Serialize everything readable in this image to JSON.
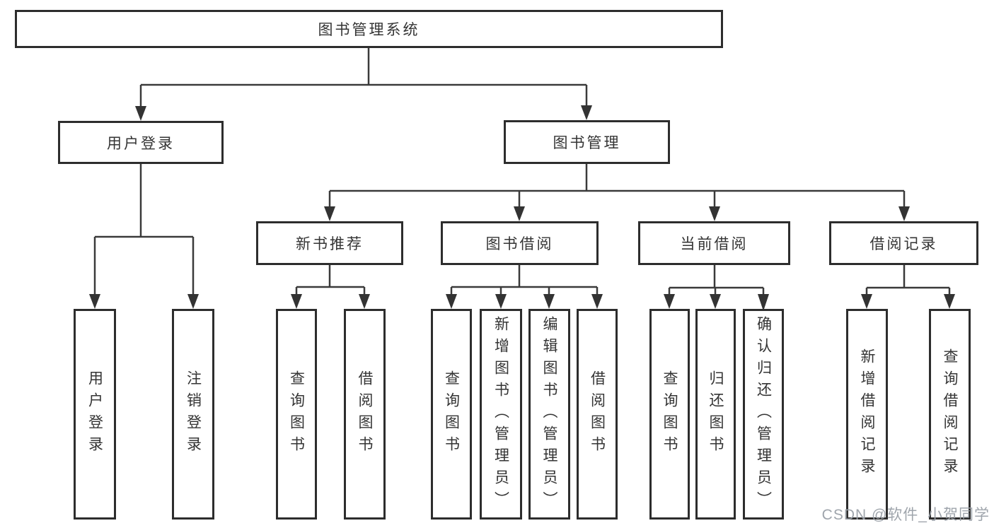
{
  "diagram": {
    "root": {
      "label": "图书管理系统"
    },
    "level2": [
      {
        "id": "user-login",
        "label": "用户登录"
      },
      {
        "id": "book-management",
        "label": "图书管理"
      }
    ],
    "level3": [
      {
        "id": "new-book-recommendation",
        "label": "新书推荐"
      },
      {
        "id": "book-borrowing",
        "label": "图书借阅"
      },
      {
        "id": "current-borrowing",
        "label": "当前借阅"
      },
      {
        "id": "borrowing-records",
        "label": "借阅记录"
      }
    ],
    "leaves": [
      {
        "group": "user-login",
        "label": "用户登录"
      },
      {
        "group": "user-login",
        "label": "注销登录"
      },
      {
        "group": "new-book-recommendation",
        "label": "查询图书"
      },
      {
        "group": "new-book-recommendation",
        "label": "借阅图书"
      },
      {
        "group": "book-borrowing",
        "label": "查询图书"
      },
      {
        "group": "book-borrowing",
        "label": "新增图书（管理员）"
      },
      {
        "group": "book-borrowing",
        "label": "编辑图书（管理员）"
      },
      {
        "group": "book-borrowing",
        "label": "借阅图书"
      },
      {
        "group": "current-borrowing",
        "label": "查询图书"
      },
      {
        "group": "current-borrowing",
        "label": "归还图书"
      },
      {
        "group": "current-borrowing",
        "label": "确认归还（管理员）"
      },
      {
        "group": "borrowing-records",
        "label": "新增借阅记录"
      },
      {
        "group": "borrowing-records",
        "label": "查询借阅记录"
      }
    ],
    "colors": {
      "box_border": "#2d2d2d",
      "line": "#3a3a3a",
      "text": "#343434",
      "background": "#ffffff"
    }
  },
  "watermark": {
    "text": "CSDN @软件_小贺同学",
    "color": "#9aa0a8"
  }
}
